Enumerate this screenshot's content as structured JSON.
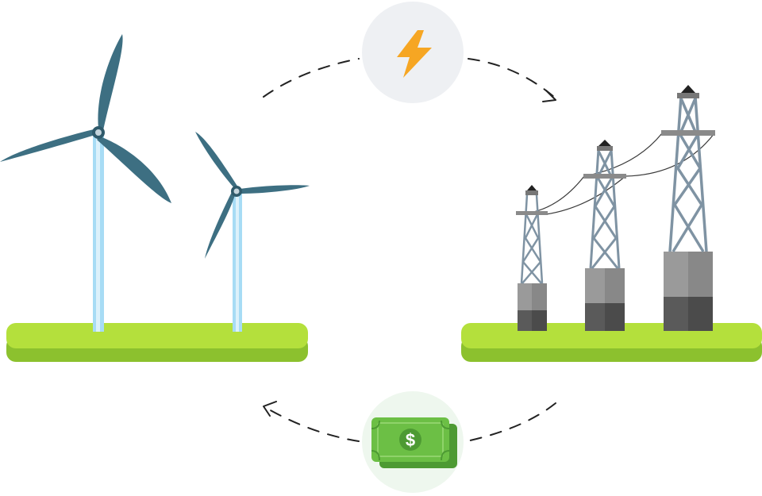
{
  "diagram": {
    "nodes": [
      {
        "id": "wind-farm",
        "icon": "wind-turbine-icon"
      },
      {
        "id": "power-grid",
        "icon": "transmission-tower-icon"
      }
    ],
    "flows": [
      {
        "from": "wind-farm",
        "to": "power-grid",
        "icon": "lightning-bolt-icon"
      },
      {
        "from": "power-grid",
        "to": "wind-farm",
        "icon": "money-icon"
      }
    ],
    "money_symbol": "$"
  },
  "colors": {
    "grass_top": "#b4e03c",
    "grass_side": "#8cc12e",
    "blade": "#3d6f82",
    "tower_pole": "#a7dcf5",
    "lattice": "#7f93a3",
    "lightning": "#f6a623",
    "circle_bg_top": "#eef0f3",
    "circle_bg_bottom": "#eef7ee",
    "money_green": "#6cbf45",
    "money_dark": "#4d9a33",
    "arrow": "#222222",
    "base_light": "#9a9a9a",
    "base_dark": "#5a5a5a"
  }
}
